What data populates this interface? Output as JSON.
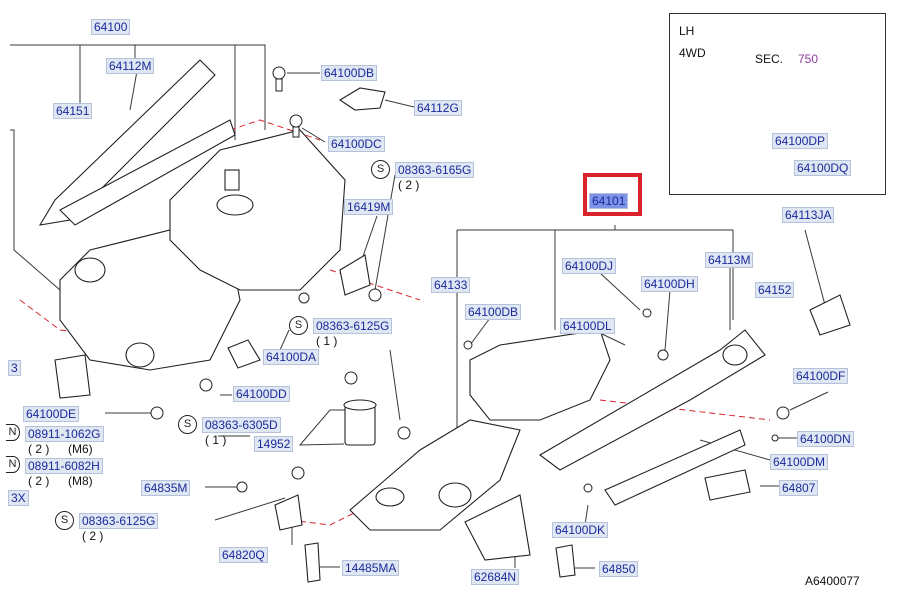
{
  "diagram_id": "A6400077",
  "inset": {
    "side": "LH",
    "drive": "4WD",
    "sec_label": "SEC.",
    "sec_number": "750"
  },
  "highlight_color": "#d9222a",
  "callout_color": "#1b2a9c",
  "parts": {
    "p64100": "64100",
    "p64112M": "64112M",
    "p64151": "64151",
    "p64100DB_top": "64100DB",
    "p64112G": "64112G",
    "p64100DC": "64100DC",
    "p16419M": "16419M",
    "p64100DA": "64100DA",
    "p64100DD": "64100DD",
    "p64100DE": "64100DE",
    "p14952": "14952",
    "p64835M": "64835M",
    "p64820Q": "64820Q",
    "p14485MA": "14485MA",
    "p62684N": "62684N",
    "p64850": "64850",
    "p64100DK": "64100DK",
    "p64807": "64807",
    "p64100DM": "64100DM",
    "p64100DN": "64100DN",
    "p64100DF": "64100DF",
    "p64113JA": "64113JA",
    "p64152": "64152",
    "p64113M": "64113M",
    "p64100DH": "64100DH",
    "p64100DJ": "64100DJ",
    "p64100DL": "64100DL",
    "p64100DB_mid": "64100DB",
    "p64133": "64133",
    "p64101": "64101",
    "p64100DP": "64100DP",
    "p64100DQ": "64100DQ",
    "left_edge_3": "3",
    "left_edge_3X": "3X"
  },
  "fasteners": [
    {
      "sym": "S",
      "code": "08363-6165G",
      "qty": "( 2 )"
    },
    {
      "sym": "S",
      "code": "08363-6125G",
      "qty": "( 1 )"
    },
    {
      "sym": "S",
      "code": "08363-6305D",
      "qty": "( 1 )"
    },
    {
      "sym": "N",
      "code": "08911-1062G",
      "qty": "( 2 )",
      "spec": "(M6)"
    },
    {
      "sym": "N",
      "code": "08911-6082H",
      "qty": "( 2 )",
      "spec": "(M8)"
    },
    {
      "sym": "S",
      "code": "08363-6125G",
      "qty": "( 2 )"
    }
  ]
}
